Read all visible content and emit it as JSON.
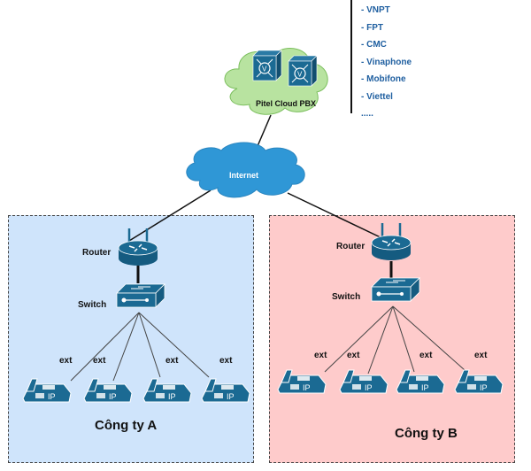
{
  "carriers": {
    "items": [
      "- VNPT",
      "- FPT",
      "- CMC",
      "- Vinaphone",
      "- Mobifone",
      "- Viettel",
      "....."
    ]
  },
  "cloud_pbx": {
    "label": "Pitel Cloud PBX"
  },
  "internet": {
    "label": "Internet"
  },
  "site_a": {
    "name": "Công ty A",
    "router_label": "Router",
    "switch_label": "Switch",
    "ext_labels": [
      "ext",
      "ext",
      "ext",
      "ext"
    ]
  },
  "site_b": {
    "name": "Công ty B",
    "router_label": "Router",
    "switch_label": "Switch",
    "ext_labels": [
      "ext",
      "ext",
      "ext",
      "ext"
    ]
  },
  "colors": {
    "device_blue": "#1b6a93",
    "cloud_green": "#b8e3a0",
    "internet_blue": "#2f97d6",
    "zone_a_bg": "#cfe4fb",
    "zone_b_bg": "#fecbcb",
    "carrier_text": "#1f5fa0"
  }
}
